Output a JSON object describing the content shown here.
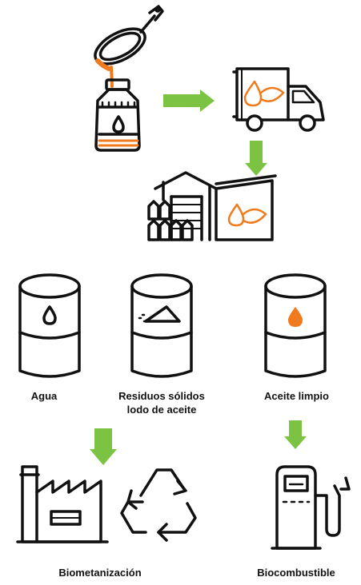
{
  "colors": {
    "line": "#111111",
    "accent": "#f07b1e",
    "arrow": "#7cc243",
    "background": "#ffffff"
  },
  "labels": {
    "agua": "Agua",
    "residuos_line1": "Residuos sólidos",
    "residuos_line2": "lodo de aceite",
    "aceite_limpio": "Aceite limpio",
    "biometanizacion": "Biometanización",
    "biocombustible": "Biocombustible"
  },
  "icons": [
    "frying-pan-icon",
    "oil-jug-icon",
    "delivery-truck-icon",
    "warehouse-icon",
    "barrel-water-icon",
    "barrel-solids-icon",
    "barrel-clean-oil-icon",
    "factory-icon",
    "recycle-icon",
    "fuel-pump-icon"
  ]
}
